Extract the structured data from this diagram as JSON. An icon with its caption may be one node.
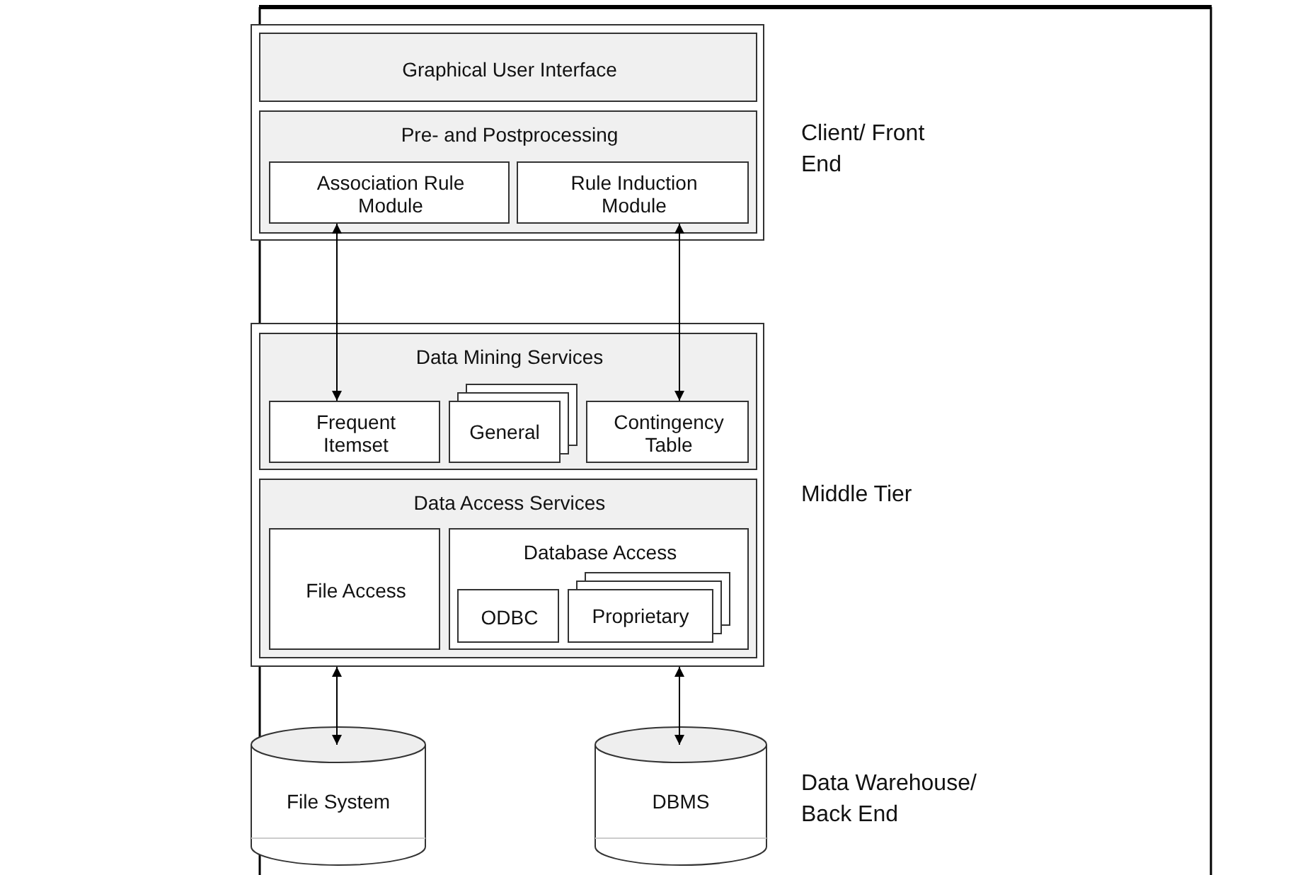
{
  "diagram": {
    "nodes": [
      {
        "text": [],
        "shape": "box"
      },
      {
        "text": [
          "Graphical User Interface"
        ],
        "in": 0
      },
      {
        "text": [
          "Pre- and Postprocessing"
        ],
        "in": 0
      },
      {
        "text": [
          "Association Rule Module"
        ],
        "in": 2
      },
      {
        "text": [
          "Rule Induction Module"
        ],
        "in": 2
      },
      {
        "text": [],
        "shape": "box"
      },
      {
        "text": [
          "Data Mining Services"
        ],
        "in": 5
      },
      {
        "text": [
          "Frequent Itemset"
        ],
        "in": 6
      },
      {
        "text": [
          "General"
        ],
        "in": 6
      },
      {
        "text": [
          "Contingency Table"
        ],
        "in": 6
      },
      {
        "text": [
          "Data Access Services"
        ],
        "in": 5
      },
      {
        "text": [
          "File Access"
        ],
        "in": 10
      },
      {
        "text": [
          "Database Access"
        ],
        "in": 10
      },
      {
        "text": [
          "ODBC"
        ],
        "in": 12
      },
      {
        "text": [
          "Proprietary"
        ],
        "in": 12
      },
      {
        "text": [
          "File System"
        ]
      },
      {
        "text": [
          "DBMS"
        ]
      }
    ],
    "edges": [
      {
        "from": 3,
        "to": 7,
        "arrow": "both"
      },
      {
        "from": 4,
        "to": 9,
        "arrow": "both"
      },
      {
        "from": 5,
        "to": 15,
        "arrow": "both"
      },
      {
        "from": 5,
        "to": 16,
        "arrow": "both"
      }
    ],
    "labels": [
      "Client/ Front End",
      "Middle Tier",
      "Data Warehouse/ Back End"
    ]
  }
}
